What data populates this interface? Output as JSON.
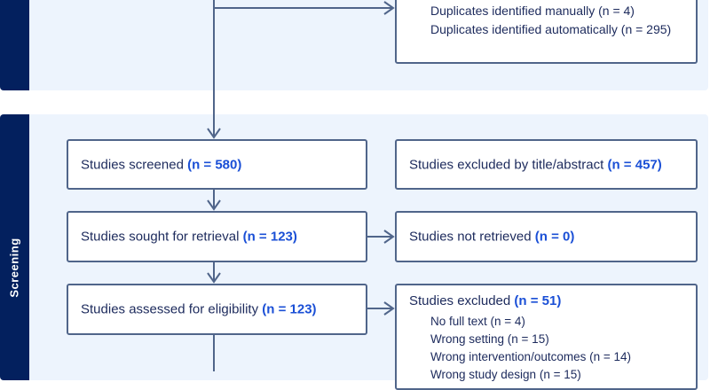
{
  "identification": {
    "removed_box": {
      "items": [
        "Duplicates identified manually (n = 4)",
        "Duplicates identified automatically (n = 295)"
      ]
    }
  },
  "screening": {
    "label": "Screening",
    "screened": {
      "text": "Studies screened ",
      "n": "(n = 580)"
    },
    "excluded_title_abstract": {
      "text": "Studies excluded by title/abstract ",
      "n": "(n = 457)"
    },
    "sought": {
      "text": "Studies sought for retrieval ",
      "n": "(n = 123)"
    },
    "not_retrieved": {
      "text": "Studies not retrieved ",
      "n": "(n = 0)"
    },
    "assessed": {
      "text": "Studies assessed for eligibility ",
      "n": "(n = 123)"
    },
    "excluded": {
      "text": "Studies excluded ",
      "n": "(n = 51)",
      "reasons": [
        "No full text (n = 4)",
        "Wrong setting (n = 15)",
        "Wrong intervention/outcomes (n = 14)",
        "Wrong study design (n = 15)"
      ]
    }
  },
  "colors": {
    "phase_bar": "#03205e",
    "panel": "#edf4fd",
    "count": "#1a4fd6",
    "border": "#50658a"
  }
}
